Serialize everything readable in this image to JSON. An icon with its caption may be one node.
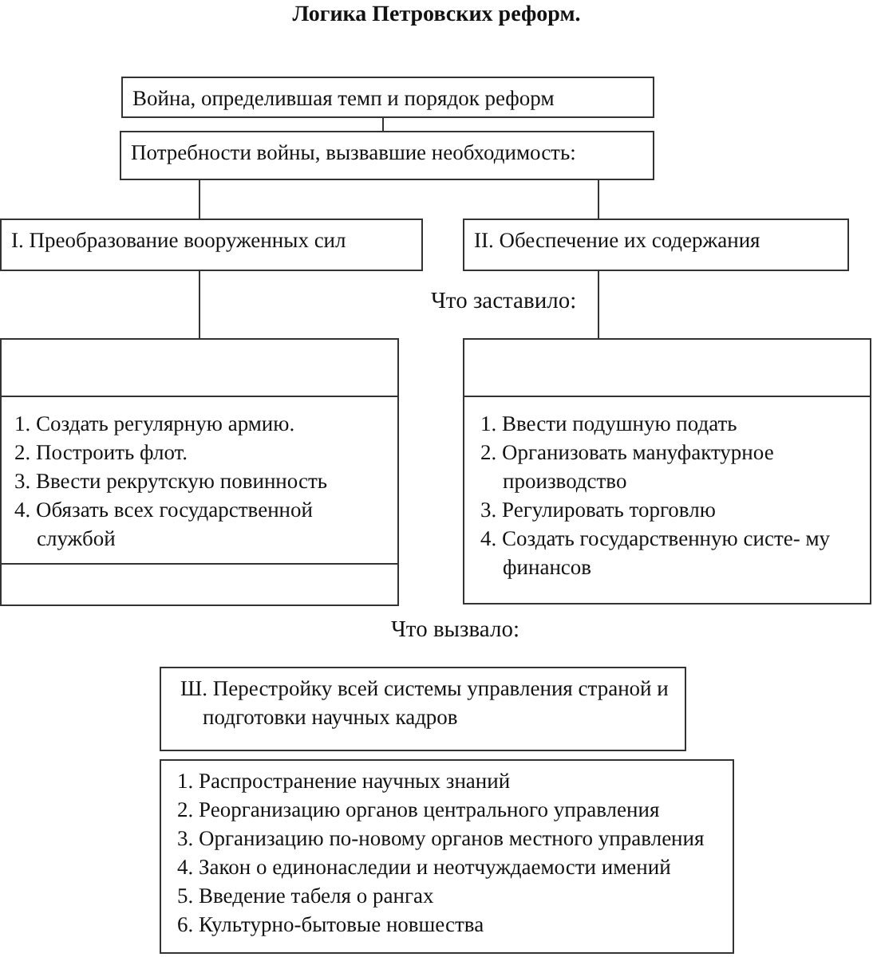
{
  "diagram": {
    "title": "Логика Петровских реформ.",
    "nodes": [
      {
        "text": [
          "Война, определившая темп и порядок реформ"
        ]
      },
      {
        "text": [
          "Потребности войны, вызвавшие необходимость:"
        ]
      },
      {
        "text": [
          "I. Преобразование вооруженных сил"
        ]
      },
      {
        "text": [
          "II. Обеспечение их содержания"
        ]
      },
      {
        "text": [
          "1. Создать регулярную армию.",
          "2. Построить флот.",
          "3. Ввести  рекрутскую повинность",
          "4. Обязать всех государственной службой"
        ]
      },
      {
        "text": [
          "1. Ввести подушную подать",
          "2. Организовать мануфактурное производство",
          "3. Регулировать торговлю",
          "4. Создать государственную систе- му финансов"
        ]
      },
      {
        "text": [
          "Ш. Перестройку всей системы управления страной и подготовки научных кадров"
        ]
      },
      {
        "text": [
          "1. Распространение научных знаний",
          "2. Реорганизацию органов центрального управления",
          "3. Организацию по-новому органов местного управления",
          "4. Закон о единонаследии и неотчуждаемости имений",
          "5. Введение табеля о рангах",
          "6. Культурно-бытовые новшества"
        ]
      }
    ],
    "edges": [
      {
        "from": 0,
        "to": 1,
        "arrow": "none"
      },
      {
        "from": 1,
        "to": 2,
        "arrow": "none"
      },
      {
        "from": 1,
        "to": 3,
        "arrow": "none"
      },
      {
        "from": 2,
        "to": 4,
        "arrow": "none"
      },
      {
        "from": 3,
        "to": 5,
        "arrow": "none"
      }
    ],
    "labels": [
      "Что заставило:",
      "Что вызвало:"
    ]
  }
}
